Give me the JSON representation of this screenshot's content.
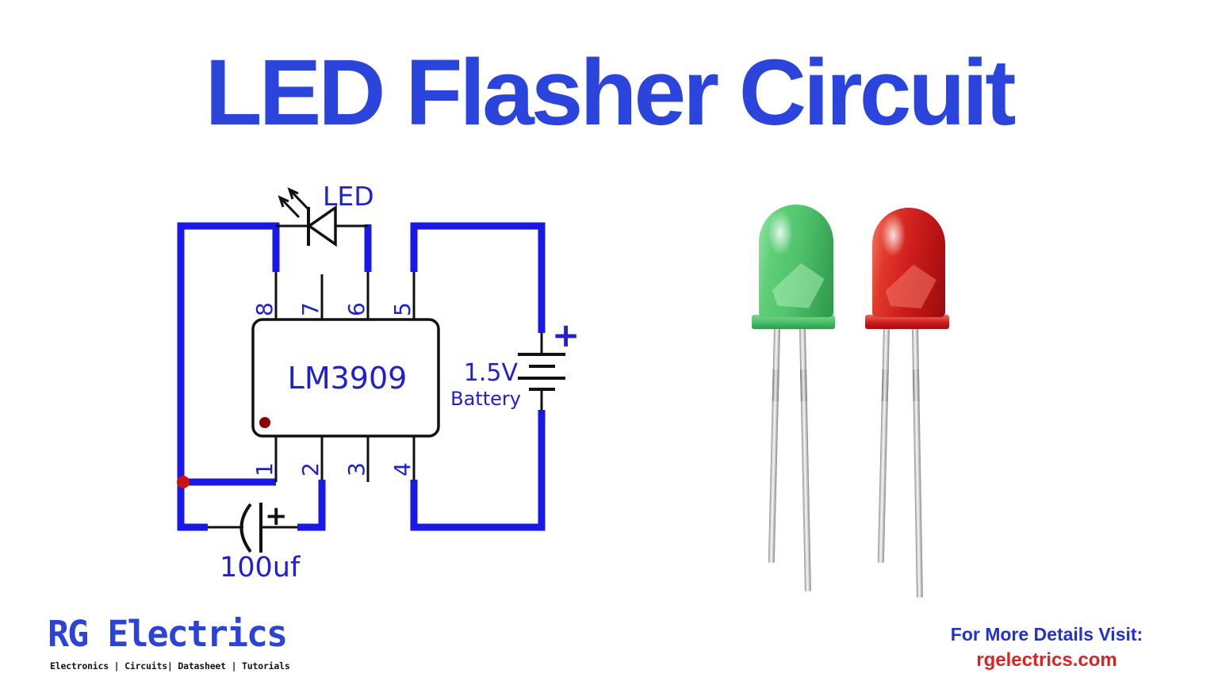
{
  "title": {
    "text": "LED Flasher Circuit",
    "color": "#2b45dc"
  },
  "schematic": {
    "led_label": "LED",
    "ic_label": "LM3909",
    "pins_top": [
      "8",
      "7",
      "6",
      "5"
    ],
    "pins_bottom": [
      "1",
      "2",
      "3",
      "4"
    ],
    "battery": {
      "plus": "+",
      "voltage": "1.5V",
      "label": "Battery"
    },
    "capacitor": {
      "plus": "+",
      "value": "100uf"
    },
    "colors": {
      "wire": "#1a18e6",
      "label": "#2121cc",
      "junction_dot": "#cc1111",
      "ic_pin1_dot": "#8b0000",
      "outline": "#111111"
    }
  },
  "photos": {
    "green_led_color": "#52c46e",
    "red_led_color": "#d01f1f"
  },
  "branding": {
    "logo_text": "RG Electrics",
    "tagline": "Electronics | Circuits| Datasheet | Tutorials",
    "logo_color": "#2b43d7"
  },
  "footer": {
    "visit_text": "For More Details Visit:",
    "website": "rgelectrics.com",
    "visit_color": "#2233cc",
    "website_color": "#dd2222"
  }
}
